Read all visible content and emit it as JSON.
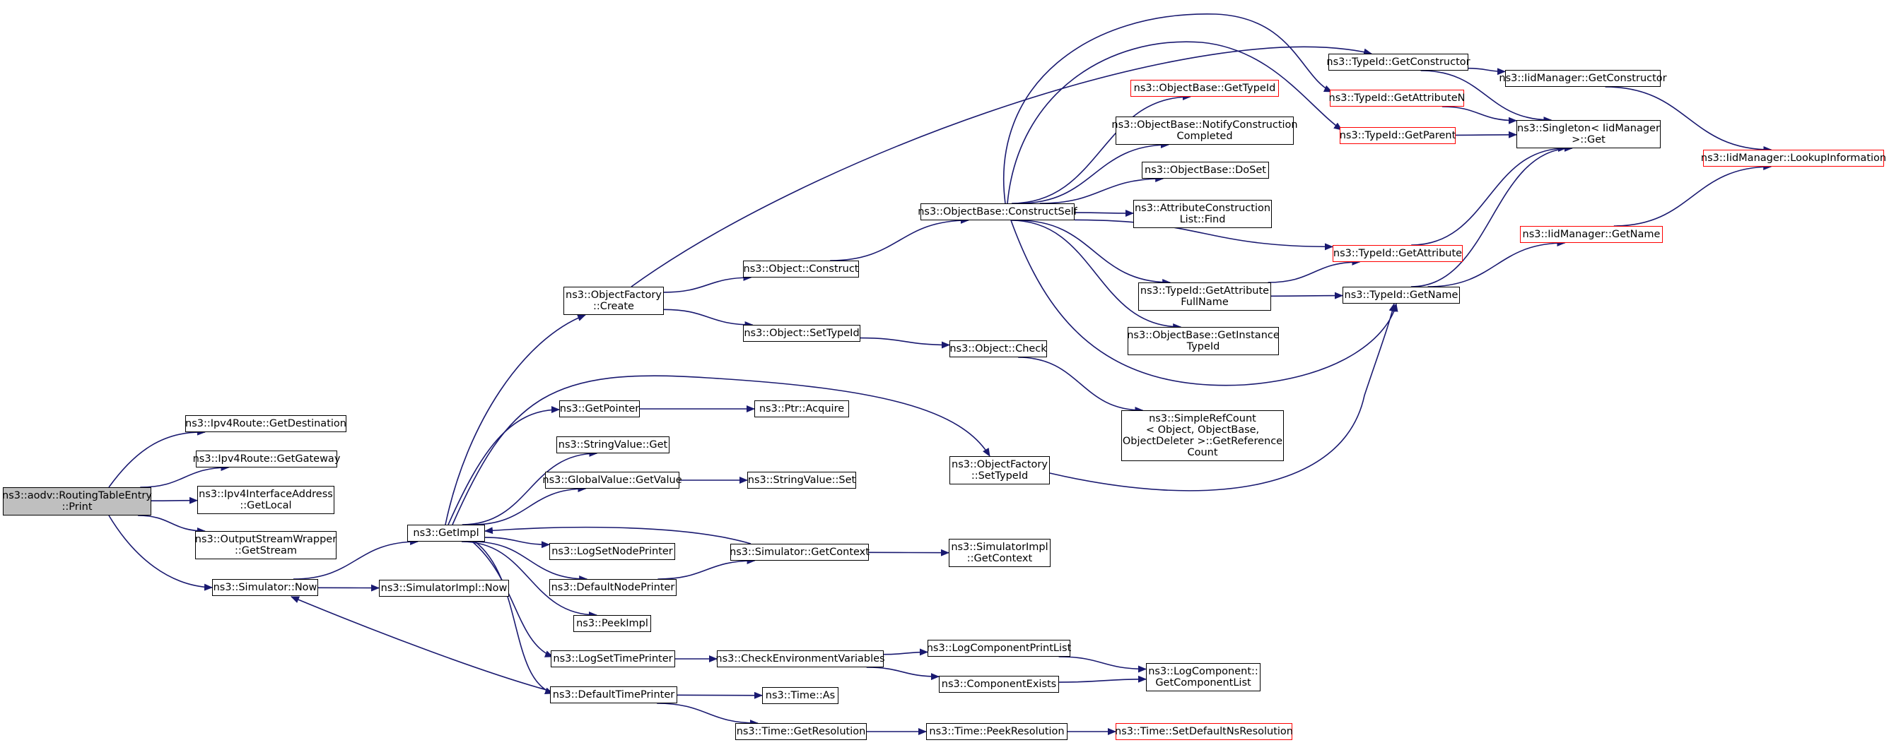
{
  "colors": {
    "edge": "#191970",
    "node_border": "#000000",
    "truncated_border": "#ff0000",
    "root_fill": "#bfbfbf"
  },
  "nodes": [
    {
      "id": "root",
      "label": "ns3::aodv::RoutingTableEntry\n::Print",
      "style": "root"
    },
    {
      "id": "ipv4route_getdestination",
      "label": "ns3::Ipv4Route::GetDestination"
    },
    {
      "id": "ipv4route_getgateway",
      "label": "ns3::Ipv4Route::GetGateway"
    },
    {
      "id": "ipv4ifaddr_getlocal",
      "label": "ns3::Ipv4InterfaceAddress\n::GetLocal"
    },
    {
      "id": "osw_getstream",
      "label": "ns3::OutputStreamWrapper\n::GetStream"
    },
    {
      "id": "simulator_now",
      "label": "ns3::Simulator::Now"
    },
    {
      "id": "getimpl",
      "label": "ns3::GetImpl"
    },
    {
      "id": "simulatorimpl_now",
      "label": "ns3::SimulatorImpl::Now"
    },
    {
      "id": "objectfactory_create",
      "label": "ns3::ObjectFactory\n::Create"
    },
    {
      "id": "getpointer",
      "label": "ns3::GetPointer"
    },
    {
      "id": "stringvalue_get",
      "label": "ns3::StringValue::Get"
    },
    {
      "id": "globalvalue_getvalue",
      "label": "ns3::GlobalValue::GetValue"
    },
    {
      "id": "logsetnodeprinter",
      "label": "ns3::LogSetNodePrinter"
    },
    {
      "id": "defaultnodeprinter",
      "label": "ns3::DefaultNodePrinter"
    },
    {
      "id": "peekimpl",
      "label": "ns3::PeekImpl"
    },
    {
      "id": "logsettimeprinter",
      "label": "ns3::LogSetTimePrinter"
    },
    {
      "id": "defaulttimeprinter",
      "label": "ns3::DefaultTimePrinter"
    },
    {
      "id": "object_construct",
      "label": "ns3::Object::Construct"
    },
    {
      "id": "object_settypeid",
      "label": "ns3::Object::SetTypeId"
    },
    {
      "id": "ptr_acquire",
      "label": "ns3::Ptr::Acquire"
    },
    {
      "id": "stringvalue_set",
      "label": "ns3::StringValue::Set"
    },
    {
      "id": "simulator_getcontext",
      "label": "ns3::Simulator::GetContext"
    },
    {
      "id": "checkenvvars",
      "label": "ns3::CheckEnvironmentVariables"
    },
    {
      "id": "time_as",
      "label": "ns3::Time::As"
    },
    {
      "id": "time_getresolution",
      "label": "ns3::Time::GetResolution"
    },
    {
      "id": "objectbase_constructself",
      "label": "ns3::ObjectBase::ConstructSelf"
    },
    {
      "id": "object_check",
      "label": "ns3::Object::Check"
    },
    {
      "id": "objectfactory_settypeid",
      "label": "ns3::ObjectFactory\n::SetTypeId"
    },
    {
      "id": "simulatorimpl_getcontext",
      "label": "ns3::SimulatorImpl\n::GetContext"
    },
    {
      "id": "logcomponentprintlist",
      "label": "ns3::LogComponentPrintList"
    },
    {
      "id": "componentexists",
      "label": "ns3::ComponentExists"
    },
    {
      "id": "time_peekresolution",
      "label": "ns3::Time::PeekResolution"
    },
    {
      "id": "objectbase_gettypeid",
      "label": "ns3::ObjectBase::GetTypeId",
      "style": "red"
    },
    {
      "id": "objectbase_notifyconstructioncompleted",
      "label": "ns3::ObjectBase::NotifyConstruction\nCompleted"
    },
    {
      "id": "objectbase_doset",
      "label": "ns3::ObjectBase::DoSet"
    },
    {
      "id": "attributeconstructionlist_find",
      "label": "ns3::AttributeConstruction\nList::Find"
    },
    {
      "id": "typeid_getattributefullname",
      "label": "ns3::TypeId::GetAttribute\nFullName"
    },
    {
      "id": "objectbase_getinstancetypeid",
      "label": "ns3::ObjectBase::GetInstance\nTypeId"
    },
    {
      "id": "simplerefcount_getreferencecount",
      "label": "ns3::SimpleRefCount\n< Object, ObjectBase,\nObjectDeleter >::GetReference\nCount"
    },
    {
      "id": "logcomponent_getcomponentlist",
      "label": "ns3::LogComponent::\nGetComponentList"
    },
    {
      "id": "time_setdefaultnsresolution",
      "label": "ns3::Time::SetDefaultNsResolution",
      "style": "red"
    },
    {
      "id": "typeid_getconstructor",
      "label": "ns3::TypeId::GetConstructor"
    },
    {
      "id": "typeid_getattributen",
      "label": "ns3::TypeId::GetAttributeN",
      "style": "red"
    },
    {
      "id": "typeid_getparent",
      "label": "ns3::TypeId::GetParent",
      "style": "red"
    },
    {
      "id": "typeid_getattribute",
      "label": "ns3::TypeId::GetAttribute",
      "style": "red"
    },
    {
      "id": "typeid_getname",
      "label": "ns3::TypeId::GetName"
    },
    {
      "id": "iidmanager_getconstructor",
      "label": "ns3::IidManager::GetConstructor"
    },
    {
      "id": "singleton_get",
      "label": "ns3::Singleton< IidManager\n>::Get"
    },
    {
      "id": "iidmanager_getname",
      "label": "ns3::IidManager::GetName",
      "style": "red"
    },
    {
      "id": "iidmanager_lookupinformation",
      "label": "ns3::IidManager::LookupInformation",
      "style": "red"
    }
  ],
  "edges": [
    [
      "root",
      "ipv4route_getdestination"
    ],
    [
      "root",
      "ipv4route_getgateway"
    ],
    [
      "root",
      "ipv4ifaddr_getlocal"
    ],
    [
      "root",
      "osw_getstream"
    ],
    [
      "root",
      "simulator_now"
    ],
    [
      "simulator_now",
      "getimpl"
    ],
    [
      "simulator_now",
      "simulatorimpl_now"
    ],
    [
      "getimpl",
      "objectfactory_create"
    ],
    [
      "getimpl",
      "getpointer"
    ],
    [
      "getimpl",
      "stringvalue_get"
    ],
    [
      "getimpl",
      "globalvalue_getvalue"
    ],
    [
      "getimpl",
      "logsetnodeprinter"
    ],
    [
      "getimpl",
      "defaultnodeprinter"
    ],
    [
      "getimpl",
      "peekimpl"
    ],
    [
      "getimpl",
      "logsettimeprinter"
    ],
    [
      "getimpl",
      "defaulttimeprinter"
    ],
    [
      "getimpl",
      "objectfactory_settypeid"
    ],
    [
      "objectfactory_create",
      "object_construct"
    ],
    [
      "objectfactory_create",
      "object_settypeid"
    ],
    [
      "objectfactory_create",
      "typeid_getconstructor"
    ],
    [
      "getpointer",
      "ptr_acquire"
    ],
    [
      "globalvalue_getvalue",
      "stringvalue_set"
    ],
    [
      "defaultnodeprinter",
      "simulator_getcontext"
    ],
    [
      "simulator_getcontext",
      "getimpl"
    ],
    [
      "simulator_getcontext",
      "simulatorimpl_getcontext"
    ],
    [
      "logsettimeprinter",
      "checkenvvars"
    ],
    [
      "defaulttimeprinter",
      "simulator_now"
    ],
    [
      "defaulttimeprinter",
      "time_as"
    ],
    [
      "defaulttimeprinter",
      "time_getresolution"
    ],
    [
      "object_construct",
      "objectbase_constructself"
    ],
    [
      "object_settypeid",
      "object_check"
    ],
    [
      "object_check",
      "simplerefcount_getreferencecount"
    ],
    [
      "checkenvvars",
      "logcomponentprintlist"
    ],
    [
      "checkenvvars",
      "componentexists"
    ],
    [
      "logcomponentprintlist",
      "logcomponent_getcomponentlist"
    ],
    [
      "componentexists",
      "logcomponent_getcomponentlist"
    ],
    [
      "time_getresolution",
      "time_peekresolution"
    ],
    [
      "time_peekresolution",
      "time_setdefaultnsresolution"
    ],
    [
      "objectbase_constructself",
      "objectbase_gettypeid"
    ],
    [
      "objectbase_constructself",
      "objectbase_notifyconstructioncompleted"
    ],
    [
      "objectbase_constructself",
      "objectbase_doset"
    ],
    [
      "objectbase_constructself",
      "attributeconstructionlist_find"
    ],
    [
      "objectbase_constructself",
      "typeid_getattributefullname"
    ],
    [
      "objectbase_constructself",
      "objectbase_getinstancetypeid"
    ],
    [
      "objectbase_constructself",
      "typeid_getattribute"
    ],
    [
      "objectbase_constructself",
      "typeid_getname"
    ],
    [
      "objectbase_constructself",
      "typeid_getattributen"
    ],
    [
      "objectbase_constructself",
      "typeid_getparent"
    ],
    [
      "objectfactory_settypeid",
      "typeid_getname"
    ],
    [
      "typeid_getattributefullname",
      "typeid_getattribute"
    ],
    [
      "typeid_getattributefullname",
      "typeid_getname"
    ],
    [
      "typeid_getconstructor",
      "iidmanager_getconstructor"
    ],
    [
      "typeid_getconstructor",
      "singleton_get"
    ],
    [
      "typeid_getattributen",
      "singleton_get"
    ],
    [
      "typeid_getparent",
      "singleton_get"
    ],
    [
      "typeid_getattribute",
      "singleton_get"
    ],
    [
      "typeid_getname",
      "singleton_get"
    ],
    [
      "typeid_getname",
      "iidmanager_getname"
    ],
    [
      "iidmanager_getconstructor",
      "iidmanager_lookupinformation"
    ],
    [
      "iidmanager_getname",
      "iidmanager_lookupinformation"
    ]
  ]
}
